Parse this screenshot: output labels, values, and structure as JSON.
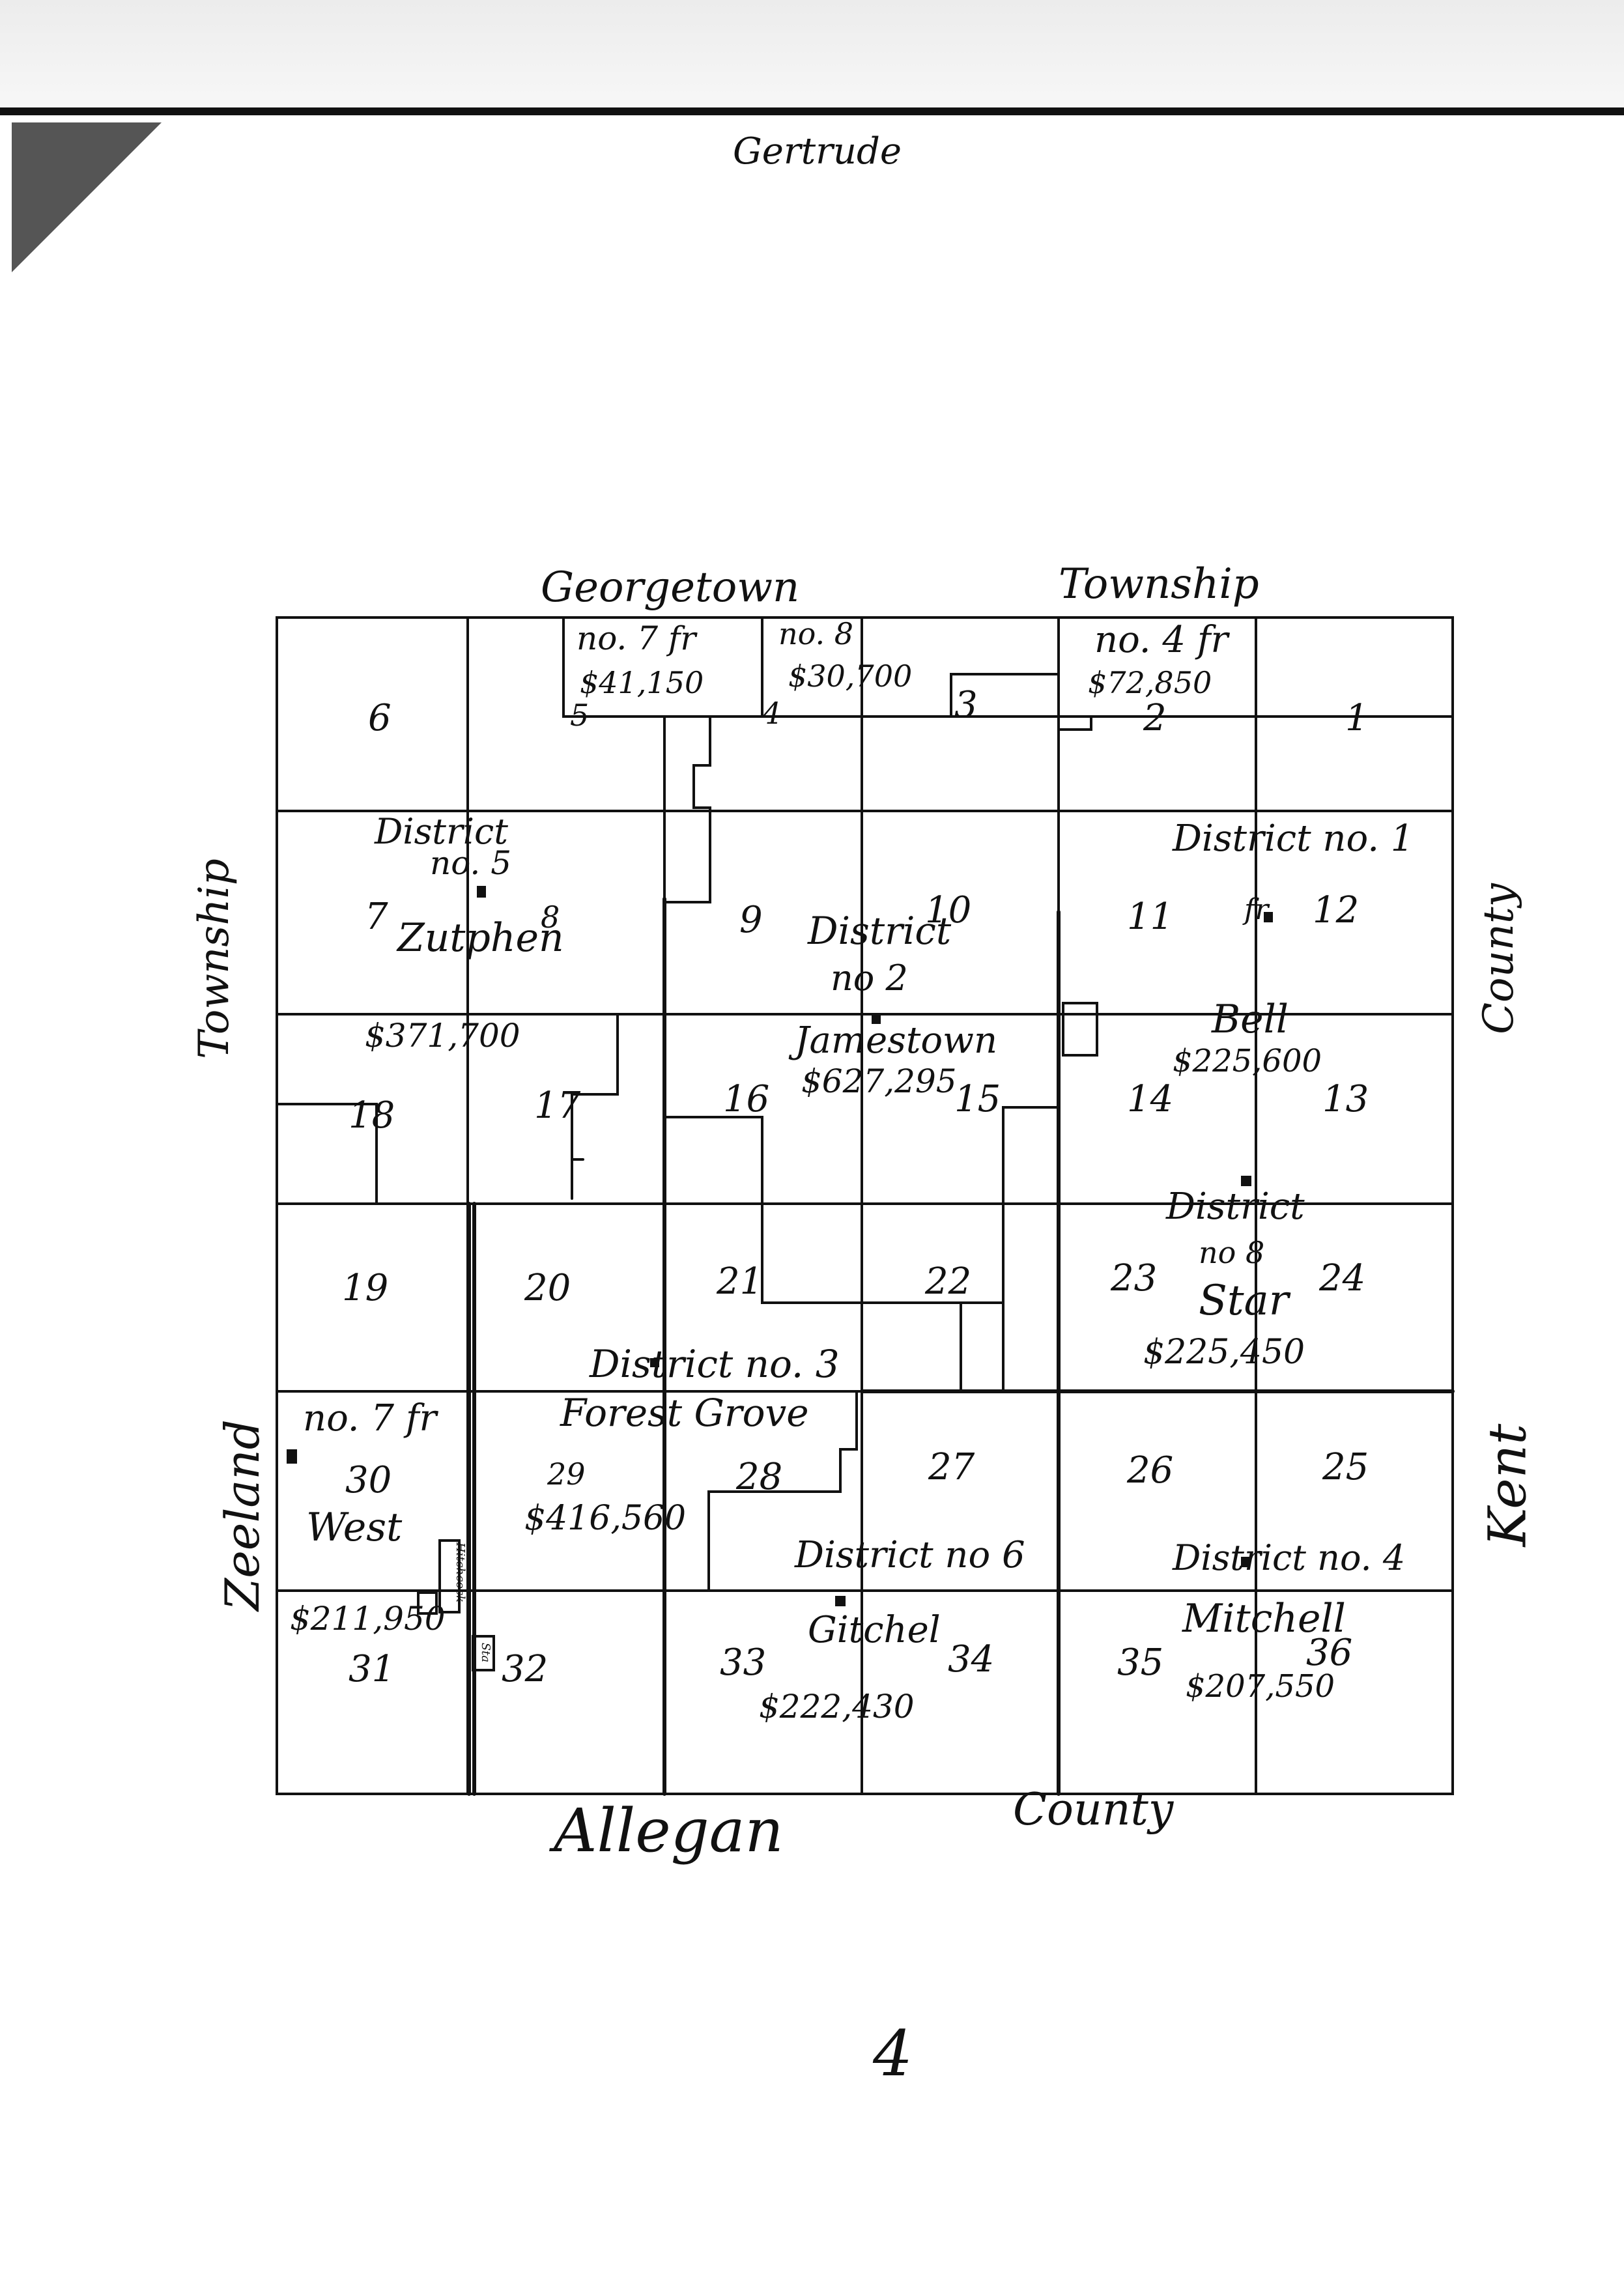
{
  "header": {
    "title": "Gertrude"
  },
  "borders": {
    "north": [
      "Georgetown",
      "Township"
    ],
    "south": [
      "Allegan",
      "County"
    ],
    "west_upper": "Township",
    "west_lower": "Zeeland",
    "east_upper": "County",
    "east_lower": "Kent"
  },
  "sections": [
    "1",
    "2",
    "3",
    "4",
    "5",
    "6",
    "7",
    "8",
    "9",
    "10",
    "11",
    "12",
    "13",
    "14",
    "15",
    "16",
    "17",
    "18",
    "19",
    "20",
    "21",
    "22",
    "23",
    "24",
    "25",
    "26",
    "27",
    "28",
    "29",
    "30",
    "31",
    "32",
    "33",
    "34",
    "35",
    "36"
  ],
  "districts": {
    "fr7_top": {
      "label": "no. 7 fr",
      "value": "$41,150"
    },
    "no8_top": {
      "label": "no. 8",
      "value": "$30,700"
    },
    "no4_top": {
      "label": "no. 4 fr",
      "value": "$72,850"
    },
    "no5": {
      "title": "District",
      "number": "no. 5",
      "name": "Zutphen",
      "value": "$371,700"
    },
    "no2": {
      "title": "District",
      "number": "no 2",
      "name": "Jamestown",
      "value": "$627,295"
    },
    "no1": {
      "title": "District no. 1",
      "frac": "fr.",
      "name": "Bell",
      "value": "$225,600"
    },
    "no8": {
      "title": "District",
      "number": "no 8",
      "name": "Star",
      "value": "$225,450"
    },
    "no3": {
      "title": "District no. 3",
      "name": "Forest Grove",
      "value": "$416,560"
    },
    "no7fr": {
      "label": "no. 7 fr",
      "name": "West",
      "value": "$211,950"
    },
    "no6": {
      "title": "District no 6",
      "name": "Gitchel",
      "value": "$222,430"
    },
    "no4": {
      "title": "District no. 4",
      "name": "Mitchell",
      "value": "$207,550"
    }
  },
  "small_labels": {
    "hitchcock": "Hitchcock",
    "sta": "Sta"
  },
  "footer": {
    "page_number": "4"
  }
}
